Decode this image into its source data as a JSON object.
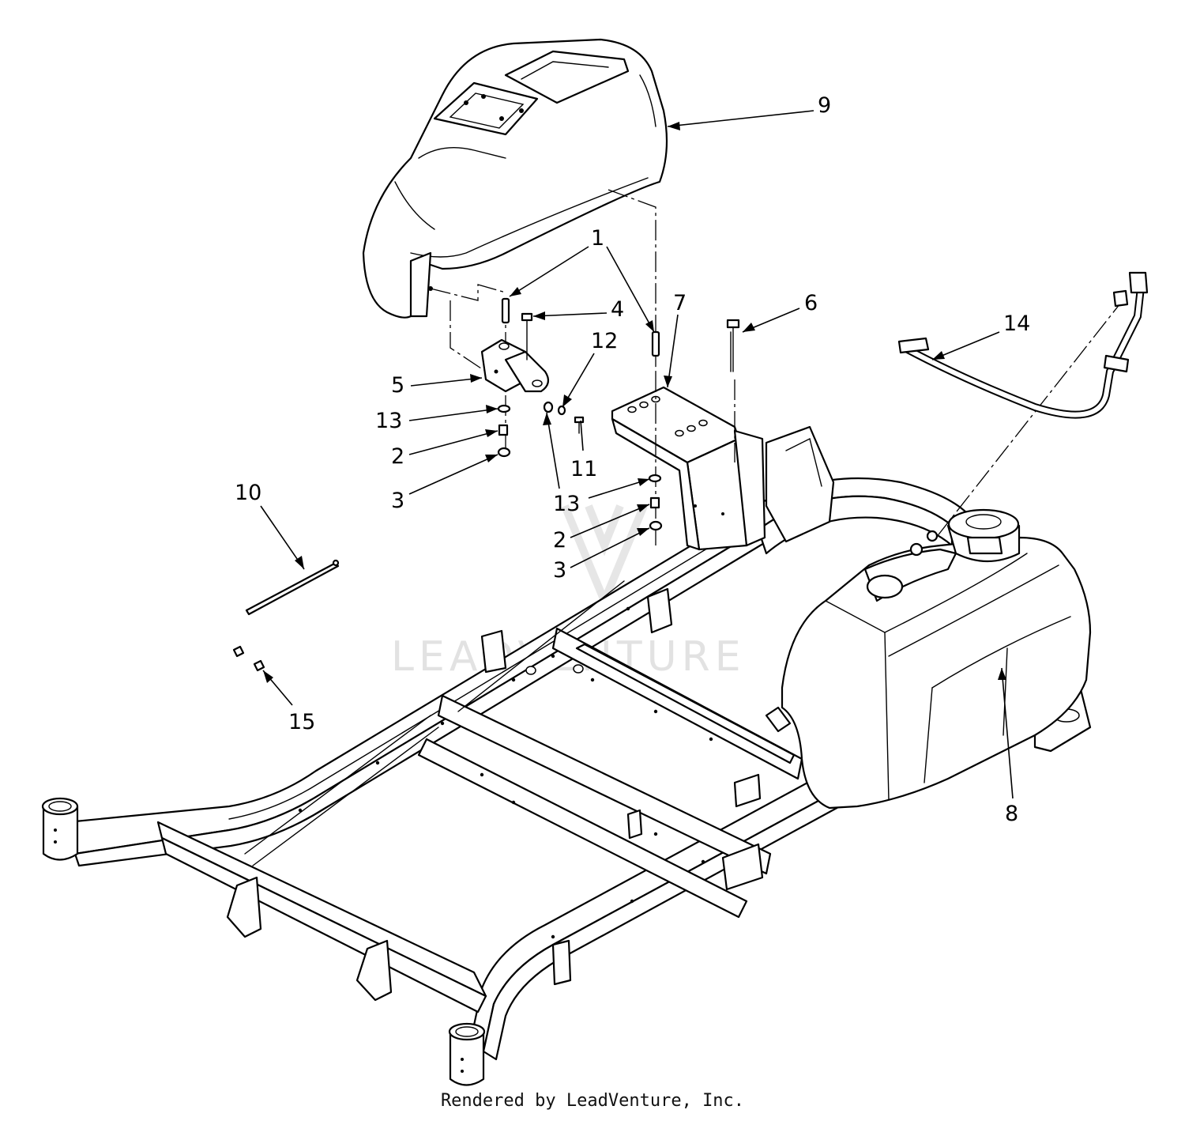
{
  "watermark": "LEADVENTURE",
  "footer": "Rendered by LeadVenture, Inc.",
  "callouts": [
    {
      "id": "1a",
      "label": "1"
    },
    {
      "id": "1b",
      "label": ""
    },
    {
      "id": "2a",
      "label": "2"
    },
    {
      "id": "2b",
      "label": "2"
    },
    {
      "id": "3a",
      "label": "3"
    },
    {
      "id": "3b",
      "label": "3"
    },
    {
      "id": "4",
      "label": "4"
    },
    {
      "id": "5",
      "label": "5"
    },
    {
      "id": "6",
      "label": "6"
    },
    {
      "id": "7",
      "label": "7"
    },
    {
      "id": "8",
      "label": "8"
    },
    {
      "id": "9",
      "label": "9"
    },
    {
      "id": "10",
      "label": "10"
    },
    {
      "id": "11",
      "label": "11"
    },
    {
      "id": "12",
      "label": "12"
    },
    {
      "id": "13a",
      "label": "13"
    },
    {
      "id": "13b",
      "label": "13"
    },
    {
      "id": "14",
      "label": "14"
    },
    {
      "id": "15",
      "label": "15"
    }
  ]
}
